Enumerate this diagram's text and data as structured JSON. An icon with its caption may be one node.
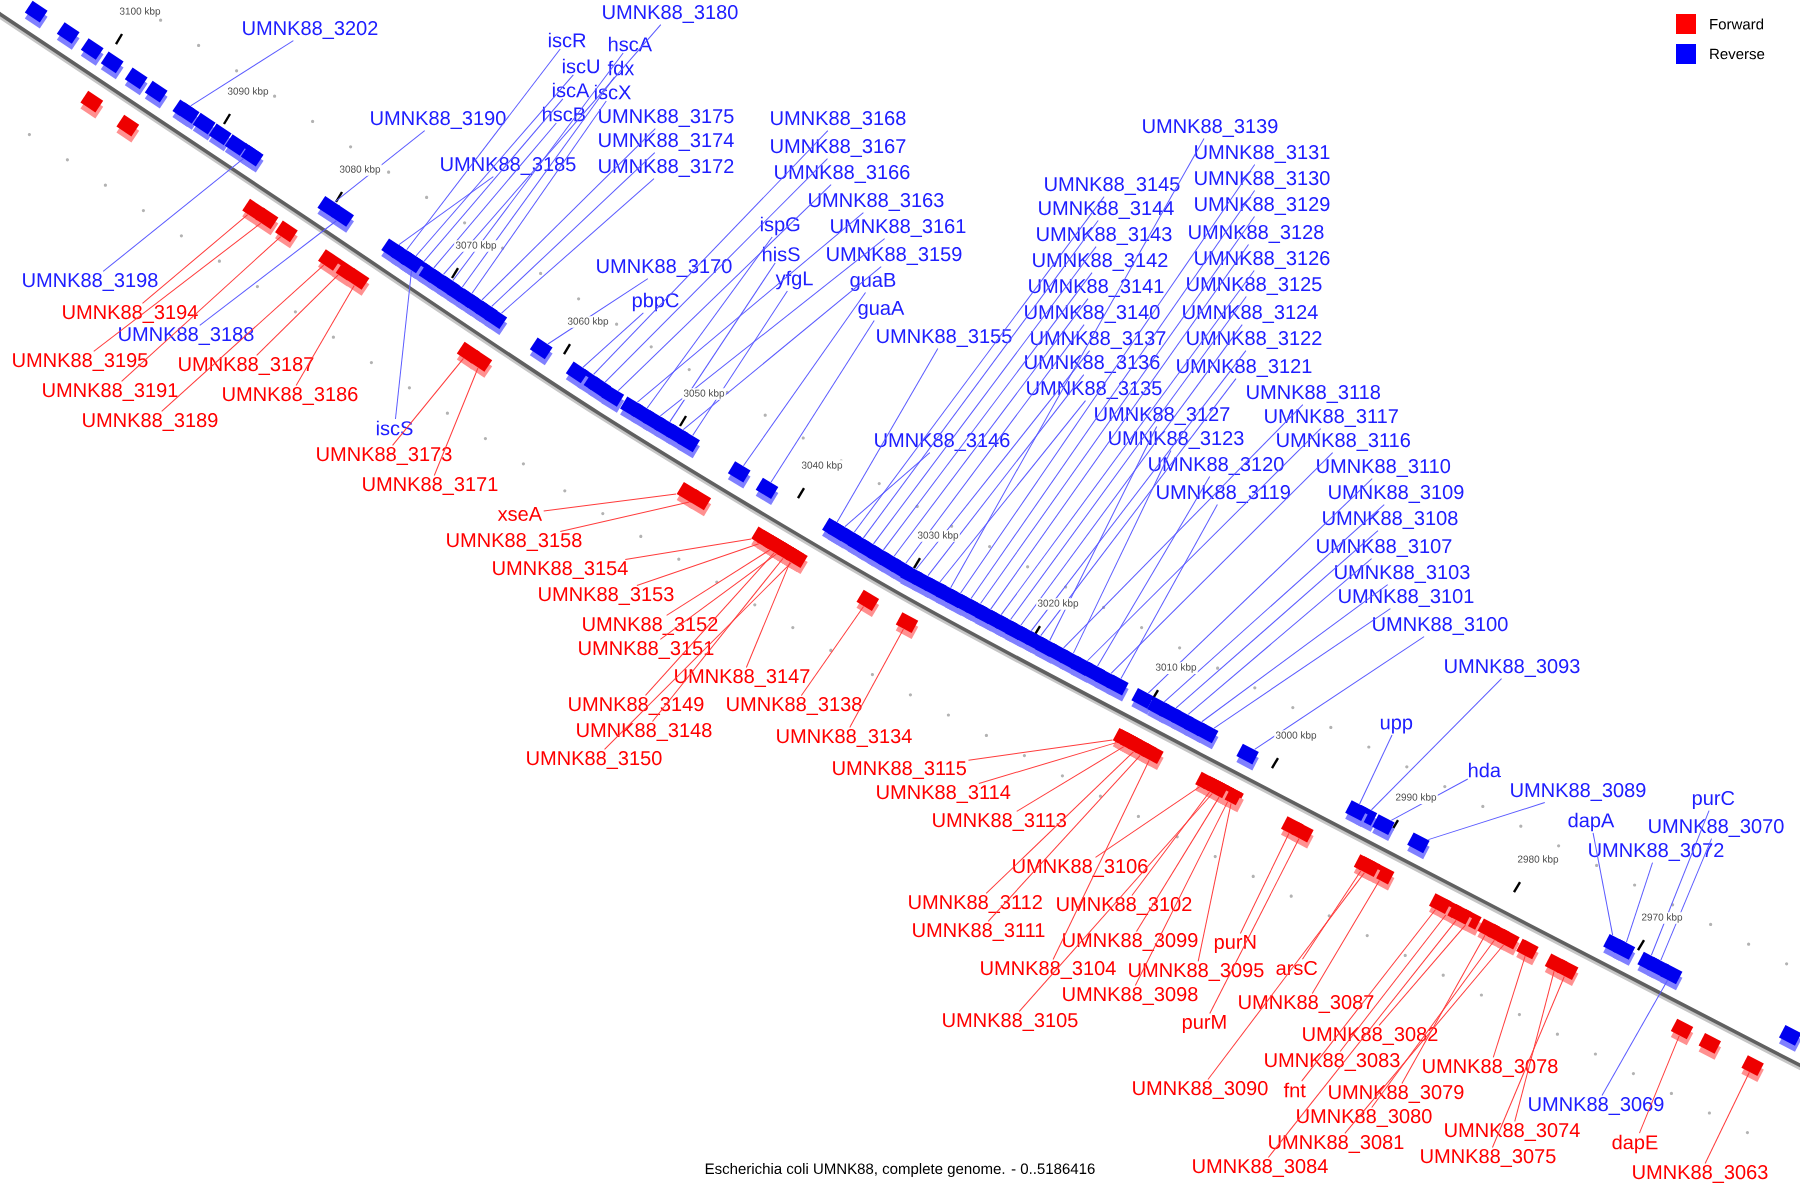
{
  "diagram": {
    "caption": "Escherichia coli UMNK88, complete genome. - 0..5186416",
    "nodes": [
      {
        "text": [
          "UMNK88_3202"
        ]
      },
      {
        "text": [
          "UMNK88_3190"
        ]
      },
      {
        "text": [
          "UMNK88_3185"
        ]
      },
      {
        "text": [
          "iscR"
        ]
      },
      {
        "text": [
          "iscU"
        ]
      },
      {
        "text": [
          "iscA"
        ]
      },
      {
        "text": [
          "hscB"
        ]
      },
      {
        "text": [
          "UMNK88_3180"
        ]
      },
      {
        "text": [
          "hscA"
        ]
      },
      {
        "text": [
          "fdx"
        ]
      },
      {
        "text": [
          "iscX"
        ]
      },
      {
        "text": [
          "UMNK88_3175"
        ]
      },
      {
        "text": [
          "UMNK88_3174"
        ]
      },
      {
        "text": [
          "UMNK88_3172"
        ]
      },
      {
        "text": [
          "UMNK88_3168"
        ]
      },
      {
        "text": [
          "UMNK88_3167"
        ]
      },
      {
        "text": [
          "UMNK88_3166"
        ]
      },
      {
        "text": [
          "UMNK88_3170"
        ]
      },
      {
        "text": [
          "pbpC"
        ]
      },
      {
        "text": [
          "UMNK88_3163"
        ]
      },
      {
        "text": [
          "ispG"
        ]
      },
      {
        "text": [
          "UMNK88_3161"
        ]
      },
      {
        "text": [
          "hisS"
        ]
      },
      {
        "text": [
          "UMNK88_3159"
        ]
      },
      {
        "text": [
          "yfgL"
        ]
      },
      {
        "text": [
          "guaB"
        ]
      },
      {
        "text": [
          "guaA"
        ]
      },
      {
        "text": [
          "UMNK88_3155"
        ]
      },
      {
        "text": [
          "UMNK88_3146"
        ]
      },
      {
        "text": [
          "UMNK88_3145"
        ]
      },
      {
        "text": [
          "UMNK88_3144"
        ]
      },
      {
        "text": [
          "UMNK88_3143"
        ]
      },
      {
        "text": [
          "UMNK88_3142"
        ]
      },
      {
        "text": [
          "UMNK88_3141"
        ]
      },
      {
        "text": [
          "UMNK88_3140"
        ]
      },
      {
        "text": [
          "UMNK88_3137"
        ]
      },
      {
        "text": [
          "UMNK88_3136"
        ]
      },
      {
        "text": [
          "UMNK88_3135"
        ]
      },
      {
        "text": [
          "UMNK88_3139"
        ]
      },
      {
        "text": [
          "UMNK88_3131"
        ]
      },
      {
        "text": [
          "UMNK88_3130"
        ]
      },
      {
        "text": [
          "UMNK88_3129"
        ]
      },
      {
        "text": [
          "UMNK88_3128"
        ]
      },
      {
        "text": [
          "UMNK88_3126"
        ]
      },
      {
        "text": [
          "UMNK88_3125"
        ]
      },
      {
        "text": [
          "UMNK88_3124"
        ]
      },
      {
        "text": [
          "UMNK88_3122"
        ]
      },
      {
        "text": [
          "UMNK88_3121"
        ]
      },
      {
        "text": [
          "UMNK88_3127"
        ]
      },
      {
        "text": [
          "UMNK88_3118"
        ]
      },
      {
        "text": [
          "UMNK88_3123"
        ]
      },
      {
        "text": [
          "UMNK88_3117"
        ]
      },
      {
        "text": [
          "UMNK88_3120"
        ]
      },
      {
        "text": [
          "UMNK88_3116"
        ]
      },
      {
        "text": [
          "UMNK88_3119"
        ]
      },
      {
        "text": [
          "UMNK88_3110"
        ]
      },
      {
        "text": [
          "UMNK88_3109"
        ]
      },
      {
        "text": [
          "UMNK88_3108"
        ]
      },
      {
        "text": [
          "UMNK88_3107"
        ]
      },
      {
        "text": [
          "UMNK88_3103"
        ]
      },
      {
        "text": [
          "UMNK88_3101"
        ]
      },
      {
        "text": [
          "UMNK88_3100"
        ]
      },
      {
        "text": [
          "UMNK88_3093"
        ]
      },
      {
        "text": [
          "upp"
        ]
      },
      {
        "text": [
          "hda"
        ]
      },
      {
        "text": [
          "UMNK88_3089"
        ]
      },
      {
        "text": [
          "dapA"
        ]
      },
      {
        "text": [
          "UMNK88_3072"
        ]
      },
      {
        "text": [
          "purC"
        ]
      },
      {
        "text": [
          "UMNK88_3070"
        ]
      },
      {
        "text": [
          "UMNK88_3069"
        ]
      },
      {
        "text": [
          "UMNK88_3188"
        ]
      },
      {
        "text": [
          "UMNK88_3198"
        ]
      },
      {
        "text": [
          "iscS"
        ]
      },
      {
        "text": [
          "UMNK88_3194"
        ]
      },
      {
        "text": [
          "UMNK88_3195"
        ]
      },
      {
        "text": [
          "UMNK88_3187"
        ]
      },
      {
        "text": [
          "UMNK88_3191"
        ]
      },
      {
        "text": [
          "UMNK88_3186"
        ]
      },
      {
        "text": [
          "UMNK88_3189"
        ]
      },
      {
        "text": [
          "UMNK88_3173"
        ]
      },
      {
        "text": [
          "UMNK88_3171"
        ]
      },
      {
        "text": [
          "xseA"
        ]
      },
      {
        "text": [
          "UMNK88_3158"
        ]
      },
      {
        "text": [
          "UMNK88_3154"
        ]
      },
      {
        "text": [
          "UMNK88_3153"
        ]
      },
      {
        "text": [
          "UMNK88_3152"
        ]
      },
      {
        "text": [
          "UMNK88_3151"
        ]
      },
      {
        "text": [
          "UMNK88_3147"
        ]
      },
      {
        "text": [
          "UMNK88_3149"
        ]
      },
      {
        "text": [
          "UMNK88_3138"
        ]
      },
      {
        "text": [
          "UMNK88_3148"
        ]
      },
      {
        "text": [
          "UMNK88_3134"
        ]
      },
      {
        "text": [
          "UMNK88_3150"
        ]
      },
      {
        "text": [
          "UMNK88_3115"
        ]
      },
      {
        "text": [
          "UMNK88_3114"
        ]
      },
      {
        "text": [
          "UMNK88_3113"
        ]
      },
      {
        "text": [
          "UMNK88_3106"
        ]
      },
      {
        "text": [
          "UMNK88_3112"
        ]
      },
      {
        "text": [
          "UMNK88_3102"
        ]
      },
      {
        "text": [
          "UMNK88_3111"
        ]
      },
      {
        "text": [
          "UMNK88_3099"
        ]
      },
      {
        "text": [
          "purN"
        ]
      },
      {
        "text": [
          "UMNK88_3104"
        ]
      },
      {
        "text": [
          "UMNK88_3095"
        ]
      },
      {
        "text": [
          "arsC"
        ]
      },
      {
        "text": [
          "UMNK88_3098"
        ]
      },
      {
        "text": [
          "UMNK88_3087"
        ]
      },
      {
        "text": [
          "UMNK88_3105"
        ]
      },
      {
        "text": [
          "purM"
        ]
      },
      {
        "text": [
          "UMNK88_3082"
        ]
      },
      {
        "text": [
          "UMNK88_3083"
        ]
      },
      {
        "text": [
          "UMNK88_3078"
        ]
      },
      {
        "text": [
          "UMNK88_3090"
        ]
      },
      {
        "text": [
          "fnt"
        ]
      },
      {
        "text": [
          "UMNK88_3079"
        ]
      },
      {
        "text": [
          "UMNK88_3080"
        ]
      },
      {
        "text": [
          "UMNK88_3074"
        ]
      },
      {
        "text": [
          "UMNK88_3081"
        ]
      },
      {
        "text": [
          "dapE"
        ]
      },
      {
        "text": [
          "UMNK88_3075"
        ]
      },
      {
        "text": [
          "UMNK88_3084"
        ]
      },
      {
        "text": [
          "UMNK88_3063"
        ]
      },
      {
        "text": [],
        "shape": "box"
      },
      {
        "text": [],
        "shape": "box"
      },
      {
        "text": [],
        "shape": "box"
      },
      {
        "text": [],
        "shape": "box"
      },
      {
        "text": [],
        "shape": "box"
      },
      {
        "text": [],
        "shape": "box"
      },
      {
        "text": [],
        "shape": "box"
      },
      {
        "text": [],
        "shape": "box"
      },
      {
        "text": [],
        "shape": "box"
      },
      {
        "text": [],
        "shape": "box"
      },
      {
        "text": [],
        "shape": "box"
      },
      {
        "text": [],
        "shape": "box"
      },
      {
        "text": [],
        "shape": "box"
      },
      {
        "text": [],
        "shape": "box"
      },
      {
        "text": [],
        "shape": "box"
      },
      {
        "text": [],
        "shape": "box"
      },
      {
        "text": [],
        "shape": "box"
      },
      {
        "text": [],
        "shape": "box"
      },
      {
        "text": [],
        "shape": "box"
      },
      {
        "text": [],
        "shape": "box"
      },
      {
        "text": [],
        "shape": "box"
      },
      {
        "text": [],
        "shape": "box"
      },
      {
        "text": [],
        "shape": "box"
      },
      {
        "text": [],
        "shape": "box"
      },
      {
        "text": [],
        "shape": "box"
      },
      {
        "text": [],
        "shape": "box"
      },
      {
        "text": [],
        "shape": "box"
      },
      {
        "text": [],
        "shape": "box"
      },
      {
        "text": [],
        "shape": "box"
      },
      {
        "text": [],
        "shape": "box"
      },
      {
        "text": [],
        "shape": "box"
      },
      {
        "text": [],
        "shape": "box"
      },
      {
        "text": [],
        "shape": "box"
      },
      {
        "text": [],
        "shape": "box"
      },
      {
        "text": [],
        "shape": "box"
      },
      {
        "text": [],
        "shape": "box"
      },
      {
        "text": [],
        "shape": "box"
      },
      {
        "text": [],
        "shape": "box"
      },
      {
        "text": [],
        "shape": "box"
      },
      {
        "text": [],
        "shape": "box"
      },
      {
        "text": [],
        "shape": "box"
      },
      {
        "text": [],
        "shape": "box"
      },
      {
        "text": [],
        "shape": "box"
      },
      {
        "text": [],
        "shape": "box"
      },
      {
        "text": [],
        "shape": "box"
      },
      {
        "text": [],
        "shape": "box"
      },
      {
        "text": [],
        "shape": "box"
      },
      {
        "text": [],
        "shape": "box"
      },
      {
        "text": [],
        "shape": "box"
      },
      {
        "text": [],
        "shape": "box"
      },
      {
        "text": [],
        "shape": "box"
      },
      {
        "text": [],
        "shape": "box"
      },
      {
        "text": [],
        "shape": "box"
      },
      {
        "text": [],
        "shape": "box"
      },
      {
        "text": [],
        "shape": "box"
      },
      {
        "text": [],
        "shape": "box"
      },
      {
        "text": [],
        "shape": "box"
      },
      {
        "text": [],
        "shape": "box"
      },
      {
        "text": [],
        "shape": "box"
      },
      {
        "text": [],
        "shape": "box"
      },
      {
        "text": [],
        "shape": "box"
      },
      {
        "text": [],
        "shape": "box"
      },
      {
        "text": [],
        "shape": "box"
      },
      {
        "text": [],
        "shape": "box"
      },
      {
        "text": [],
        "shape": "box"
      },
      {
        "text": [],
        "shape": "box"
      },
      {
        "text": [],
        "shape": "box"
      },
      {
        "text": [],
        "shape": "box"
      },
      {
        "text": [],
        "shape": "box"
      },
      {
        "text": [],
        "shape": "box"
      },
      {
        "text": [],
        "shape": "box"
      },
      {
        "text": [],
        "shape": "box"
      },
      {
        "text": [],
        "shape": "box"
      },
      {
        "text": [],
        "shape": "box"
      },
      {
        "text": [],
        "shape": "box"
      },
      {
        "text": [],
        "shape": "box"
      },
      {
        "text": [],
        "shape": "box"
      },
      {
        "text": [],
        "shape": "box"
      },
      {
        "text": [],
        "shape": "box"
      },
      {
        "text": [],
        "shape": "box"
      },
      {
        "text": [],
        "shape": "box"
      },
      {
        "text": [],
        "shape": "box"
      },
      {
        "text": [],
        "shape": "box"
      },
      {
        "text": [],
        "shape": "box"
      },
      {
        "text": [],
        "shape": "box"
      },
      {
        "text": [],
        "shape": "box"
      },
      {
        "text": [],
        "shape": "box"
      },
      {
        "text": [],
        "shape": "box"
      },
      {
        "text": [],
        "shape": "box"
      },
      {
        "text": [],
        "shape": "box"
      },
      {
        "text": [],
        "shape": "box"
      },
      {
        "text": [],
        "shape": "box"
      },
      {
        "text": [],
        "shape": "box"
      },
      {
        "text": [],
        "shape": "box"
      },
      {
        "text": [],
        "shape": "box"
      },
      {
        "text": [],
        "shape": "box"
      },
      {
        "text": [],
        "shape": "box"
      },
      {
        "text": [],
        "shape": "box"
      },
      {
        "text": [],
        "shape": "box"
      },
      {
        "text": [],
        "shape": "box"
      },
      {
        "text": [],
        "shape": "box"
      },
      {
        "text": [],
        "shape": "box"
      },
      {
        "text": [],
        "shape": "box"
      },
      {
        "text": [],
        "shape": "box"
      },
      {
        "text": [],
        "shape": "box"
      },
      {
        "text": [],
        "shape": "box"
      },
      {
        "text": [],
        "shape": "box"
      },
      {
        "text": [],
        "shape": "box"
      },
      {
        "text": [],
        "shape": "box"
      },
      {
        "text": [],
        "shape": "box"
      },
      {
        "text": [],
        "shape": "box"
      },
      {
        "text": [],
        "shape": "box"
      },
      {
        "text": [],
        "shape": "box"
      },
      {
        "text": [],
        "shape": "box"
      },
      {
        "text": [],
        "shape": "box"
      },
      {
        "text": [],
        "shape": "box"
      },
      {
        "text": [],
        "shape": "box"
      },
      {
        "text": [],
        "shape": "box"
      },
      {
        "text": [],
        "shape": "box"
      },
      {
        "text": [],
        "shape": "box"
      },
      {
        "text": [],
        "shape": "box"
      },
      {
        "text": [],
        "shape": "box"
      },
      {
        "text": [],
        "shape": "box"
      },
      {
        "text": [],
        "shape": "box"
      },
      {
        "text": [],
        "shape": "box"
      },
      {
        "text": [],
        "shape": "box"
      },
      {
        "text": [],
        "shape": "box"
      },
      {
        "text": [],
        "shape": "box"
      },
      {
        "text": [],
        "shape": "box"
      },
      {
        "text": [],
        "shape": "box"
      },
      {
        "text": [],
        "shape": "box"
      },
      {
        "text": [],
        "shape": "box"
      },
      {
        "text": [],
        "shape": "box"
      },
      {
        "text": [],
        "shape": "box"
      },
      {
        "text": [],
        "shape": "box"
      },
      {
        "text": [],
        "shape": "box"
      },
      {
        "text": [],
        "shape": "box"
      },
      {
        "text": [],
        "shape": "box"
      }
    ],
    "edges": [
      {
        "from": 0,
        "to": 123,
        "arrow": "none"
      },
      {
        "from": 1,
        "to": 124,
        "arrow": "none"
      },
      {
        "from": 2,
        "to": 125,
        "arrow": "none"
      },
      {
        "from": 3,
        "to": 126,
        "arrow": "none"
      },
      {
        "from": 4,
        "to": 127,
        "arrow": "none"
      },
      {
        "from": 5,
        "to": 128,
        "arrow": "none"
      },
      {
        "from": 6,
        "to": 129,
        "arrow": "none"
      },
      {
        "from": 7,
        "to": 130,
        "arrow": "none"
      },
      {
        "from": 8,
        "to": 131,
        "arrow": "none"
      },
      {
        "from": 9,
        "to": 132,
        "arrow": "none"
      },
      {
        "from": 10,
        "to": 133,
        "arrow": "none"
      },
      {
        "from": 11,
        "to": 134,
        "arrow": "none"
      },
      {
        "from": 12,
        "to": 135,
        "arrow": "none"
      },
      {
        "from": 13,
        "to": 136,
        "arrow": "none"
      },
      {
        "from": 14,
        "to": 137,
        "arrow": "none"
      },
      {
        "from": 15,
        "to": 138,
        "arrow": "none"
      },
      {
        "from": 16,
        "to": 139,
        "arrow": "none"
      },
      {
        "from": 17,
        "to": 140,
        "arrow": "none"
      },
      {
        "from": 18,
        "to": 141,
        "arrow": "none"
      },
      {
        "from": 19,
        "to": 142,
        "arrow": "none"
      },
      {
        "from": 20,
        "to": 143,
        "arrow": "none"
      },
      {
        "from": 21,
        "to": 144,
        "arrow": "none"
      },
      {
        "from": 22,
        "to": 145,
        "arrow": "none"
      },
      {
        "from": 23,
        "to": 146,
        "arrow": "none"
      },
      {
        "from": 24,
        "to": 147,
        "arrow": "none"
      },
      {
        "from": 25,
        "to": 148,
        "arrow": "none"
      },
      {
        "from": 26,
        "to": 149,
        "arrow": "none"
      },
      {
        "from": 27,
        "to": 150,
        "arrow": "none"
      },
      {
        "from": 28,
        "to": 151,
        "arrow": "none"
      },
      {
        "from": 29,
        "to": 152,
        "arrow": "none"
      },
      {
        "from": 30,
        "to": 153,
        "arrow": "none"
      },
      {
        "from": 31,
        "to": 154,
        "arrow": "none"
      },
      {
        "from": 32,
        "to": 155,
        "arrow": "none"
      },
      {
        "from": 33,
        "to": 156,
        "arrow": "none"
      },
      {
        "from": 34,
        "to": 157,
        "arrow": "none"
      },
      {
        "from": 35,
        "to": 158,
        "arrow": "none"
      },
      {
        "from": 36,
        "to": 159,
        "arrow": "none"
      },
      {
        "from": 37,
        "to": 160,
        "arrow": "none"
      },
      {
        "from": 38,
        "to": 161,
        "arrow": "none"
      },
      {
        "from": 39,
        "to": 162,
        "arrow": "none"
      },
      {
        "from": 40,
        "to": 163,
        "arrow": "none"
      },
      {
        "from": 41,
        "to": 164,
        "arrow": "none"
      },
      {
        "from": 42,
        "to": 165,
        "arrow": "none"
      },
      {
        "from": 43,
        "to": 166,
        "arrow": "none"
      },
      {
        "from": 44,
        "to": 167,
        "arrow": "none"
      },
      {
        "from": 45,
        "to": 168,
        "arrow": "none"
      },
      {
        "from": 46,
        "to": 169,
        "arrow": "none"
      },
      {
        "from": 47,
        "to": 170,
        "arrow": "none"
      },
      {
        "from": 48,
        "to": 171,
        "arrow": "none"
      },
      {
        "from": 49,
        "to": 172,
        "arrow": "none"
      },
      {
        "from": 50,
        "to": 173,
        "arrow": "none"
      },
      {
        "from": 51,
        "to": 174,
        "arrow": "none"
      },
      {
        "from": 52,
        "to": 175,
        "arrow": "none"
      },
      {
        "from": 53,
        "to": 176,
        "arrow": "none"
      },
      {
        "from": 54,
        "to": 177,
        "arrow": "none"
      },
      {
        "from": 55,
        "to": 178,
        "arrow": "none"
      },
      {
        "from": 56,
        "to": 179,
        "arrow": "none"
      },
      {
        "from": 57,
        "to": 180,
        "arrow": "none"
      },
      {
        "from": 58,
        "to": 181,
        "arrow": "none"
      },
      {
        "from": 59,
        "to": 182,
        "arrow": "none"
      },
      {
        "from": 60,
        "to": 183,
        "arrow": "none"
      },
      {
        "from": 61,
        "to": 184,
        "arrow": "none"
      },
      {
        "from": 62,
        "to": 185,
        "arrow": "none"
      },
      {
        "from": 63,
        "to": 186,
        "arrow": "none"
      },
      {
        "from": 64,
        "to": 187,
        "arrow": "none"
      },
      {
        "from": 65,
        "to": 188,
        "arrow": "none"
      },
      {
        "from": 66,
        "to": 189,
        "arrow": "none"
      },
      {
        "from": 67,
        "to": 190,
        "arrow": "none"
      },
      {
        "from": 68,
        "to": 191,
        "arrow": "none"
      },
      {
        "from": 69,
        "to": 192,
        "arrow": "none"
      },
      {
        "from": 70,
        "to": 193,
        "arrow": "none"
      },
      {
        "from": 71,
        "to": 194,
        "arrow": "none"
      },
      {
        "from": 72,
        "to": 195,
        "arrow": "none"
      },
      {
        "from": 73,
        "to": 196,
        "arrow": "none"
      },
      {
        "from": 74,
        "to": 197,
        "arrow": "none",
        "color": "#ff3b3b"
      },
      {
        "from": 75,
        "to": 198,
        "arrow": "none",
        "color": "#ff3b3b"
      },
      {
        "from": 76,
        "to": 199,
        "arrow": "none",
        "color": "#ff3b3b"
      },
      {
        "from": 77,
        "to": 200,
        "arrow": "none",
        "color": "#ff3b3b"
      },
      {
        "from": 78,
        "to": 201,
        "arrow": "none",
        "color": "#ff3b3b"
      },
      {
        "from": 79,
        "to": 202,
        "arrow": "none",
        "color": "#ff3b3b"
      },
      {
        "from": 80,
        "to": 203,
        "arrow": "none",
        "color": "#ff3b3b"
      },
      {
        "from": 81,
        "to": 204,
        "arrow": "none",
        "color": "#ff3b3b"
      },
      {
        "from": 82,
        "to": 205,
        "arrow": "none",
        "color": "#ff3b3b"
      },
      {
        "from": 83,
        "to": 206,
        "arrow": "none",
        "color": "#ff3b3b"
      },
      {
        "from": 84,
        "to": 207,
        "arrow": "none",
        "color": "#ff3b3b"
      },
      {
        "from": 85,
        "to": 208,
        "arrow": "none",
        "color": "#ff3b3b"
      },
      {
        "from": 86,
        "to": 209,
        "arrow": "none",
        "color": "#ff3b3b"
      },
      {
        "from": 87,
        "to": 210,
        "arrow": "none",
        "color": "#ff3b3b"
      },
      {
        "from": 88,
        "to": 211,
        "arrow": "none",
        "color": "#ff3b3b"
      },
      {
        "from": 89,
        "to": 212,
        "arrow": "none",
        "color": "#ff3b3b"
      },
      {
        "from": 90,
        "to": 213,
        "arrow": "none",
        "color": "#ff3b3b"
      },
      {
        "from": 91,
        "to": 214,
        "arrow": "none",
        "color": "#ff3b3b"
      },
      {
        "from": 92,
        "to": 215,
        "arrow": "none",
        "color": "#ff3b3b"
      },
      {
        "from": 93,
        "to": 216,
        "arrow": "none",
        "color": "#ff3b3b"
      },
      {
        "from": 94,
        "to": 217,
        "arrow": "none",
        "color": "#ff3b3b"
      },
      {
        "from": 95,
        "to": 218,
        "arrow": "none",
        "color": "#ff3b3b"
      },
      {
        "from": 96,
        "to": 219,
        "arrow": "none",
        "color": "#ff3b3b"
      },
      {
        "from": 97,
        "to": 220,
        "arrow": "none",
        "color": "#ff3b3b"
      },
      {
        "from": 98,
        "to": 221,
        "arrow": "none",
        "color": "#ff3b3b"
      },
      {
        "from": 99,
        "to": 222,
        "arrow": "none",
        "color": "#ff3b3b"
      },
      {
        "from": 100,
        "to": 223,
        "arrow": "none",
        "color": "#ff3b3b"
      },
      {
        "from": 101,
        "to": 224,
        "arrow": "none",
        "color": "#ff3b3b"
      },
      {
        "from": 102,
        "to": 225,
        "arrow": "none",
        "color": "#ff3b3b"
      },
      {
        "from": 103,
        "to": 226,
        "arrow": "none",
        "color": "#ff3b3b"
      },
      {
        "from": 104,
        "to": 227,
        "arrow": "none",
        "color": "#ff3b3b"
      },
      {
        "from": 105,
        "to": 228,
        "arrow": "none",
        "color": "#ff3b3b"
      },
      {
        "from": 106,
        "to": 229,
        "arrow": "none",
        "color": "#ff3b3b"
      },
      {
        "from": 107,
        "to": 230,
        "arrow": "none",
        "color": "#ff3b3b"
      },
      {
        "from": 108,
        "to": 231,
        "arrow": "none",
        "color": "#ff3b3b"
      },
      {
        "from": 109,
        "to": 232,
        "arrow": "none",
        "color": "#ff3b3b"
      },
      {
        "from": 110,
        "to": 233,
        "arrow": "none",
        "color": "#ff3b3b"
      },
      {
        "from": 111,
        "to": 234,
        "arrow": "none",
        "color": "#ff3b3b"
      },
      {
        "from": 112,
        "to": 235,
        "arrow": "none",
        "color": "#ff3b3b"
      },
      {
        "from": 113,
        "to": 236,
        "arrow": "none",
        "color": "#ff3b3b"
      },
      {
        "from": 114,
        "to": 237,
        "arrow": "none",
        "color": "#ff3b3b"
      },
      {
        "from": 115,
        "to": 238,
        "arrow": "none",
        "color": "#ff3b3b"
      },
      {
        "from": 116,
        "to": 239,
        "arrow": "none",
        "color": "#ff3b3b"
      },
      {
        "from": 117,
        "to": 240,
        "arrow": "none",
        "color": "#ff3b3b"
      },
      {
        "from": 118,
        "to": 241,
        "arrow": "none",
        "color": "#ff3b3b"
      },
      {
        "from": 119,
        "to": 242,
        "arrow": "none",
        "color": "#ff3b3b"
      },
      {
        "from": 120,
        "to": 243,
        "arrow": "none",
        "color": "#ff3b3b"
      },
      {
        "from": 121,
        "to": 244,
        "arrow": "none",
        "color": "#ff3b3b"
      },
      {
        "from": 122,
        "to": 245,
        "arrow": "none",
        "color": "#ff3b3b"
      }
    ],
    "labels": [
      "3100 kbp",
      "3090 kbp",
      "3080 kbp",
      "3070 kbp",
      "3060 kbp",
      "3050 kbp",
      "3040 kbp",
      "3030 kbp",
      "3020 kbp",
      "3010 kbp",
      "3000 kbp",
      "2990 kbp",
      "2980 kbp",
      "2970 kbp"
    ],
    "legend": [
      {
        "text": "Forward",
        "color": "#ff0000"
      },
      {
        "text": "Reverse",
        "color": "#0000ff"
      }
    ]
  }
}
